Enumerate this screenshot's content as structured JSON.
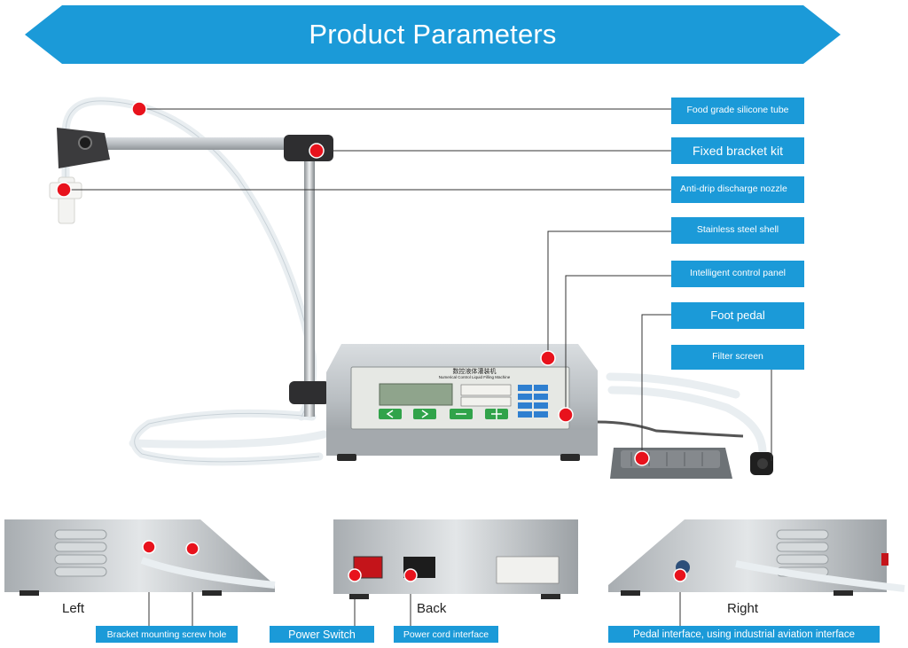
{
  "banner": {
    "title": "Product Parameters"
  },
  "callouts": [
    {
      "label": "Food grade silicone tube"
    },
    {
      "label": "Fixed bracket kit"
    },
    {
      "label": "Anti-drip discharge nozzle"
    },
    {
      "label": "Stainless steel shell"
    },
    {
      "label": "Intelligent control panel"
    },
    {
      "label": "Foot pedal"
    },
    {
      "label": "Filter screen"
    }
  ],
  "machine": {
    "panel_title": "数控液体灌装机",
    "panel_subtitle": "Numerical Control Liquid Filling Machine"
  },
  "views": {
    "left": "Left",
    "back": "Back",
    "right": "Right"
  },
  "bottom_labels": {
    "bracket_hole": "Bracket mounting screw hole",
    "power_switch": "Power Switch",
    "power_cord": "Power cord interface",
    "pedal_interface": "Pedal interface, using industrial aviation interface"
  },
  "colors": {
    "accent": "#1b9ad8",
    "marker": "#e8121c"
  }
}
